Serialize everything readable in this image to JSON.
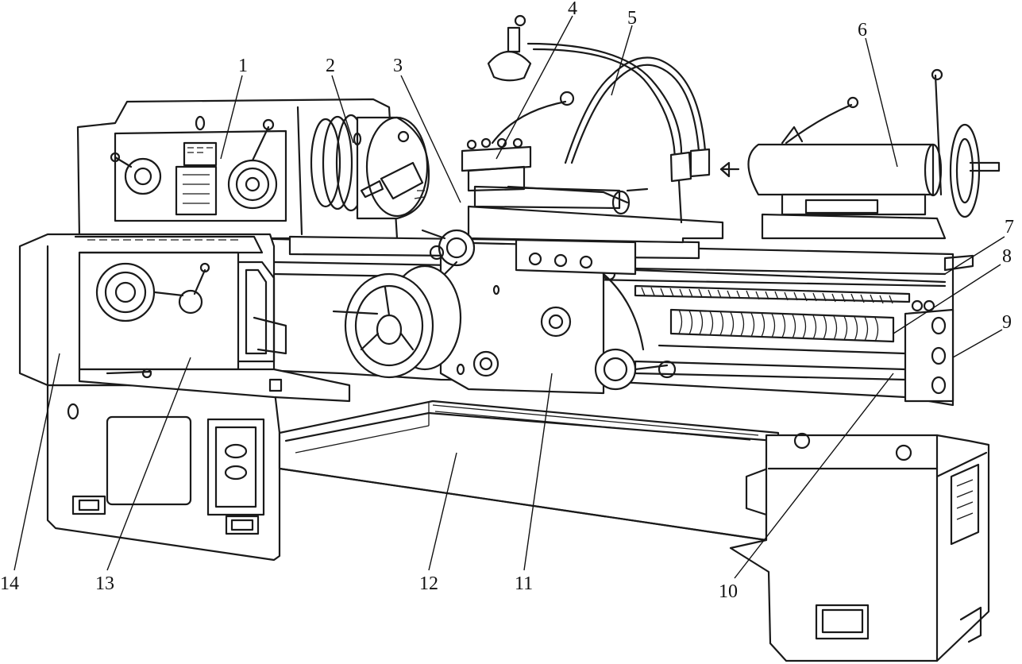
{
  "callouts": [
    {
      "id": "1",
      "label": "1"
    },
    {
      "id": "2",
      "label": "2"
    },
    {
      "id": "3",
      "label": "3"
    },
    {
      "id": "4",
      "label": "4"
    },
    {
      "id": "5",
      "label": "5"
    },
    {
      "id": "6",
      "label": "6"
    },
    {
      "id": "7",
      "label": "7"
    },
    {
      "id": "8",
      "label": "8"
    },
    {
      "id": "9",
      "label": "9"
    },
    {
      "id": "10",
      "label": "10"
    },
    {
      "id": "11",
      "label": "11"
    },
    {
      "id": "12",
      "label": "12"
    },
    {
      "id": "13",
      "label": "13"
    },
    {
      "id": "14",
      "label": "14"
    }
  ],
  "colors": {
    "ink": "#1a1a1a",
    "paper": "#ffffff"
  }
}
